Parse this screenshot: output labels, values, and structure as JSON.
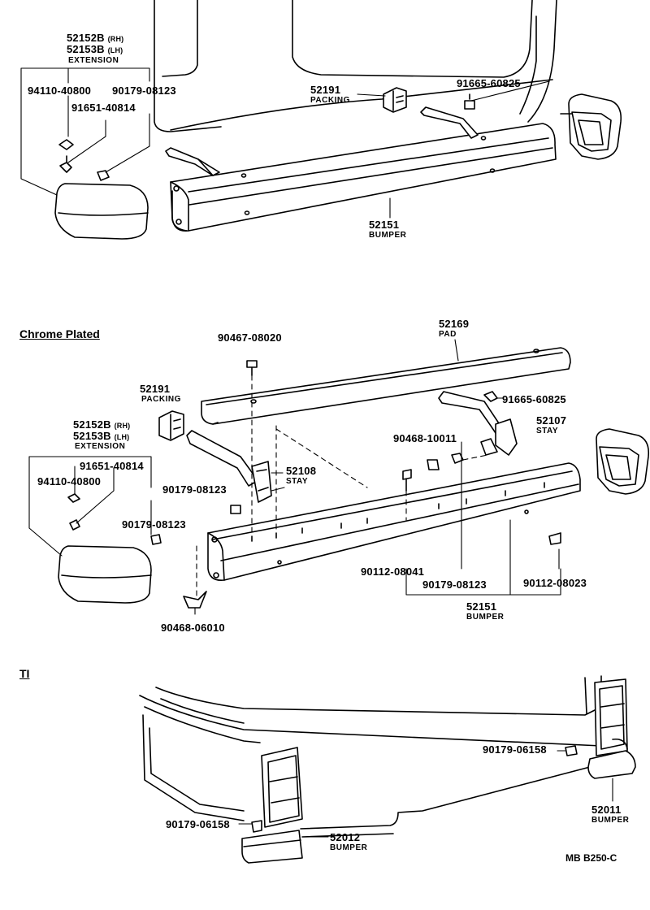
{
  "sections": {
    "chrome_plated": "Chrome Plated",
    "ti": "TI"
  },
  "top": {
    "ext_rh": "52152B",
    "ext_rh_suffix": "(RH)",
    "ext_lh": "52153B",
    "ext_lh_suffix": "(LH)",
    "ext_name": "EXTENSION",
    "p94110": "94110-40800",
    "p90179": "90179-08123",
    "p91651": "91651-40814",
    "packing_no": "52191",
    "packing_name": "PACKING",
    "p91665": "91665-60825",
    "bumper_no": "52151",
    "bumper_name": "BUMPER"
  },
  "middle": {
    "pad_no": "52169",
    "pad_name": "PAD",
    "p90467": "90467-08020",
    "packing_no": "52191",
    "packing_name": "PACKING",
    "p91665": "91665-60825",
    "ext_rh": "52152B",
    "ext_rh_suffix": "(RH)",
    "ext_lh": "52153B",
    "ext_lh_suffix": "(LH)",
    "ext_name": "EXTENSION",
    "stay_r_no": "52107",
    "stay_r_name": "STAY",
    "p90468_10011": "90468-10011",
    "p91651": "91651-40814",
    "p94110": "94110-40800",
    "stay_l_no": "52108",
    "stay_l_name": "STAY",
    "p90179_a": "90179-08123",
    "p90179_b": "90179-08123",
    "p90112_08041": "90112-08041",
    "p90179_c": "90179-08123",
    "p90112_08023": "90112-08023",
    "bumper_no": "52151",
    "bumper_name": "BUMPER",
    "p90468_06010": "90468-06010"
  },
  "bottom": {
    "p90179_r": "90179-06158",
    "bumper_r_no": "52011",
    "bumper_r_name": "BUMPER",
    "p90179_l": "90179-06158",
    "bumper_l_no": "52012",
    "bumper_l_name": "BUMPER",
    "ref_code": "MB B250-C"
  }
}
